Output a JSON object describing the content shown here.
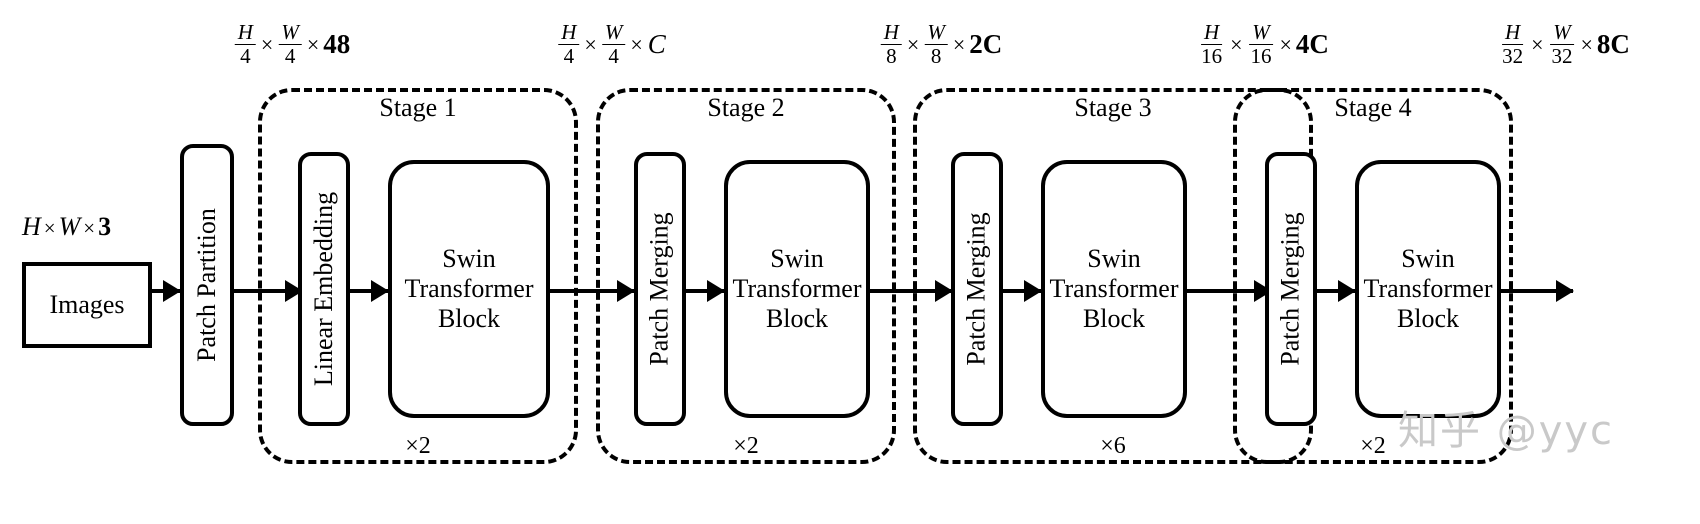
{
  "figure": {
    "title": "Swin Transformer architecture overview",
    "background_color": "#ffffff",
    "line_color": "#000000"
  },
  "input": {
    "box_label": "Images",
    "dim_label": {
      "full": "H×W×3",
      "first": "H",
      "second": "W",
      "third": "3",
      "times": "×"
    }
  },
  "patch_partition": {
    "label": "Patch Partition"
  },
  "dim_labels": [
    {
      "id": "after-patch-partition",
      "full": "H/4 × W/4 × 48",
      "num1": "H",
      "den1": "4",
      "num2": "W",
      "den2": "4",
      "channels": "48",
      "times": "×"
    },
    {
      "id": "after-stage-1",
      "full": "H/4 × W/4 × C",
      "num1": "H",
      "den1": "4",
      "num2": "W",
      "den2": "4",
      "channels": "C",
      "times": "×"
    },
    {
      "id": "after-stage-2",
      "full": "H/8 × W/8 × 2C",
      "num1": "H",
      "den1": "8",
      "num2": "W",
      "den2": "8",
      "channels": "2C",
      "times": "×"
    },
    {
      "id": "after-stage-3",
      "full": "H/16 × W/16 × 4C",
      "num1": "H",
      "den1": "16",
      "num2": "W",
      "den2": "16",
      "channels": "4C",
      "times": "×"
    },
    {
      "id": "after-stage-4",
      "full": "H/32 × W/32 × 8C",
      "num1": "H",
      "den1": "32",
      "num2": "W",
      "den2": "32",
      "channels": "8C",
      "times": "×"
    }
  ],
  "stages": [
    {
      "title": "Stage 1",
      "multiplier": "×2",
      "first_block_label": "Linear Embedding",
      "transformer_block_label_line1": "Swin",
      "transformer_block_label_line2": "Transformer",
      "transformer_block_label_line3": "Block"
    },
    {
      "title": "Stage 2",
      "multiplier": "×2",
      "first_block_label": "Patch Merging",
      "transformer_block_label_line1": "Swin",
      "transformer_block_label_line2": "Transformer",
      "transformer_block_label_line3": "Block"
    },
    {
      "title": "Stage 3",
      "multiplier": "×6",
      "first_block_label": "Patch Merging",
      "transformer_block_label_line1": "Swin",
      "transformer_block_label_line2": "Transformer",
      "transformer_block_label_line3": "Block"
    },
    {
      "title": "Stage 4",
      "multiplier": "×2",
      "first_block_label": "Patch Merging",
      "transformer_block_label_line1": "Swin",
      "transformer_block_label_line2": "Transformer",
      "transformer_block_label_line3": "Block"
    }
  ],
  "watermark": {
    "text": "知乎 @yyc",
    "color": "#c9c9c9"
  }
}
